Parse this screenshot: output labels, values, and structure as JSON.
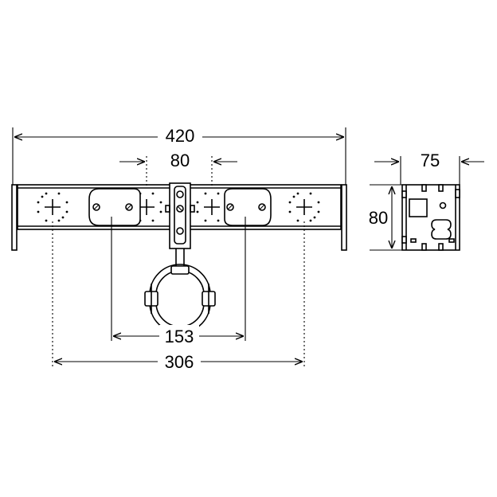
{
  "dimensions": {
    "total_length": "420",
    "center_gap": "80",
    "inner_spacing": "153",
    "outer_spacing": "306",
    "side_depth": "75",
    "side_height": "80"
  }
}
